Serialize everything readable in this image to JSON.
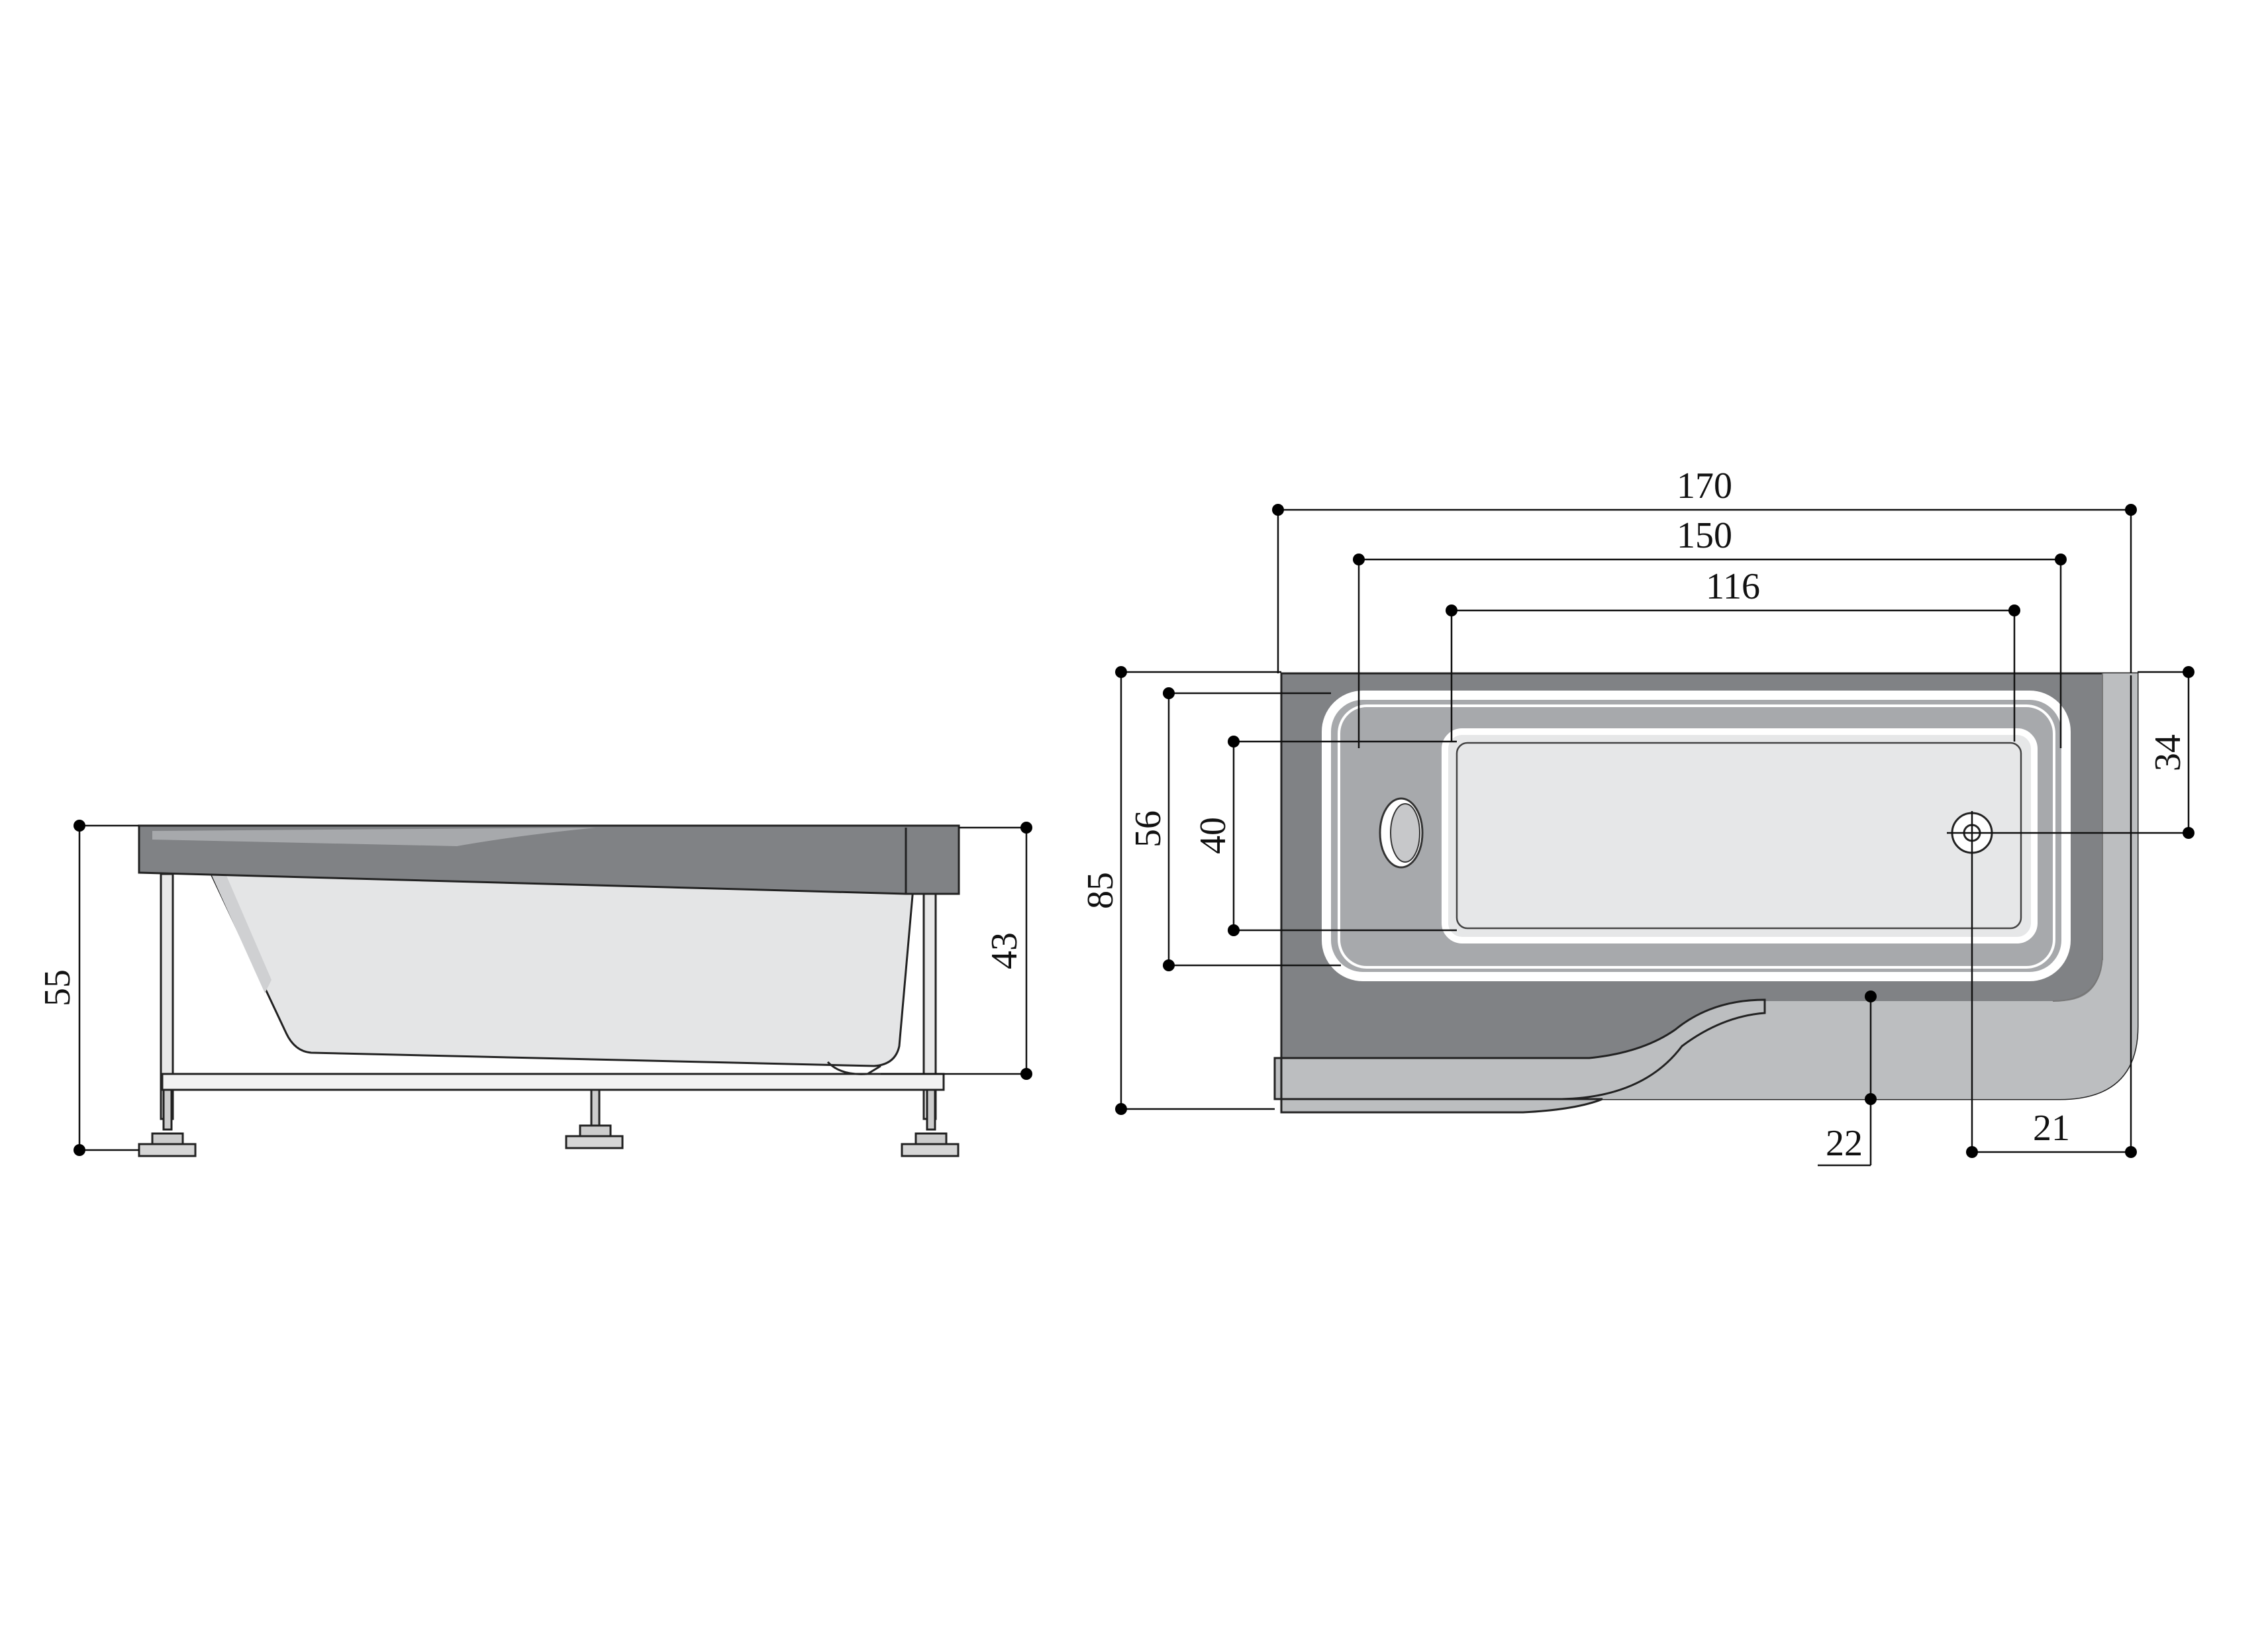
{
  "side_view": {
    "dims": {
      "total_height": "55",
      "rim_height": "43"
    }
  },
  "top_view": {
    "dims": {
      "overall_length": "170",
      "interior_length": "150",
      "bottom_length": "116",
      "overall_width": "85",
      "interior_width": "56",
      "bottom_width": "40",
      "drain_offset_y": "34",
      "drain_offset_x": "21",
      "step_width": "22"
    }
  },
  "colors": {
    "rim_dark": "#808285",
    "rim_light": "#bcbec0",
    "basin": "#a7a9ac",
    "floor": "#e6e7e8",
    "body": "#e4e5e6"
  }
}
